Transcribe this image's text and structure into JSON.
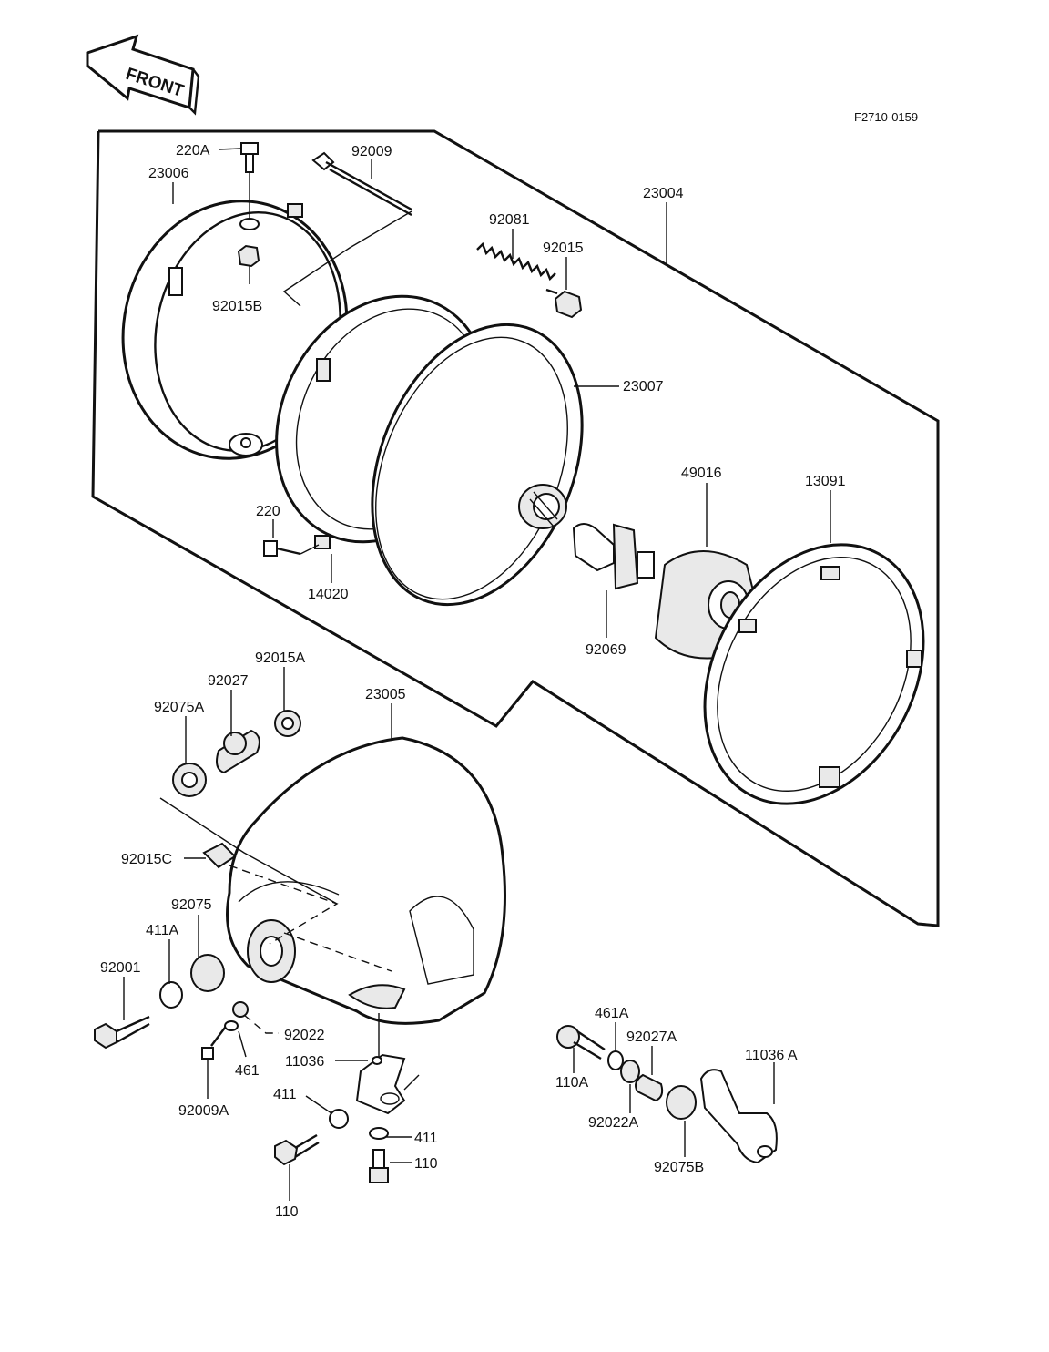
{
  "drawing_code": "F2710-0159",
  "front_arrow_text": "FRONT",
  "parts": {
    "p220A": "220A",
    "p92009": "92009",
    "p23006": "23006",
    "p23004": "23004",
    "p92081": "92081",
    "p92015": "92015",
    "p92015B": "92015B",
    "p23007": "23007",
    "p49016": "49016",
    "p13091": "13091",
    "p220": "220",
    "p14020": "14020",
    "p92069": "92069",
    "p92015A": "92015A",
    "p92027": "92027",
    "p92075A": "92075A",
    "p23005": "23005",
    "p92015C": "92015C",
    "p92075": "92075",
    "p411A": "411A",
    "p92001": "92001",
    "p92022": "92022",
    "p461": "461",
    "p92009A": "92009A",
    "p11036": "11036",
    "p411": "411",
    "p411b": "411",
    "p110": "110",
    "p110b": "110",
    "p461A": "461A",
    "p92027A": "92027A",
    "p11036A": "11036 A",
    "p110A": "110A",
    "p92022A": "92022A",
    "p92075B": "92075B"
  }
}
